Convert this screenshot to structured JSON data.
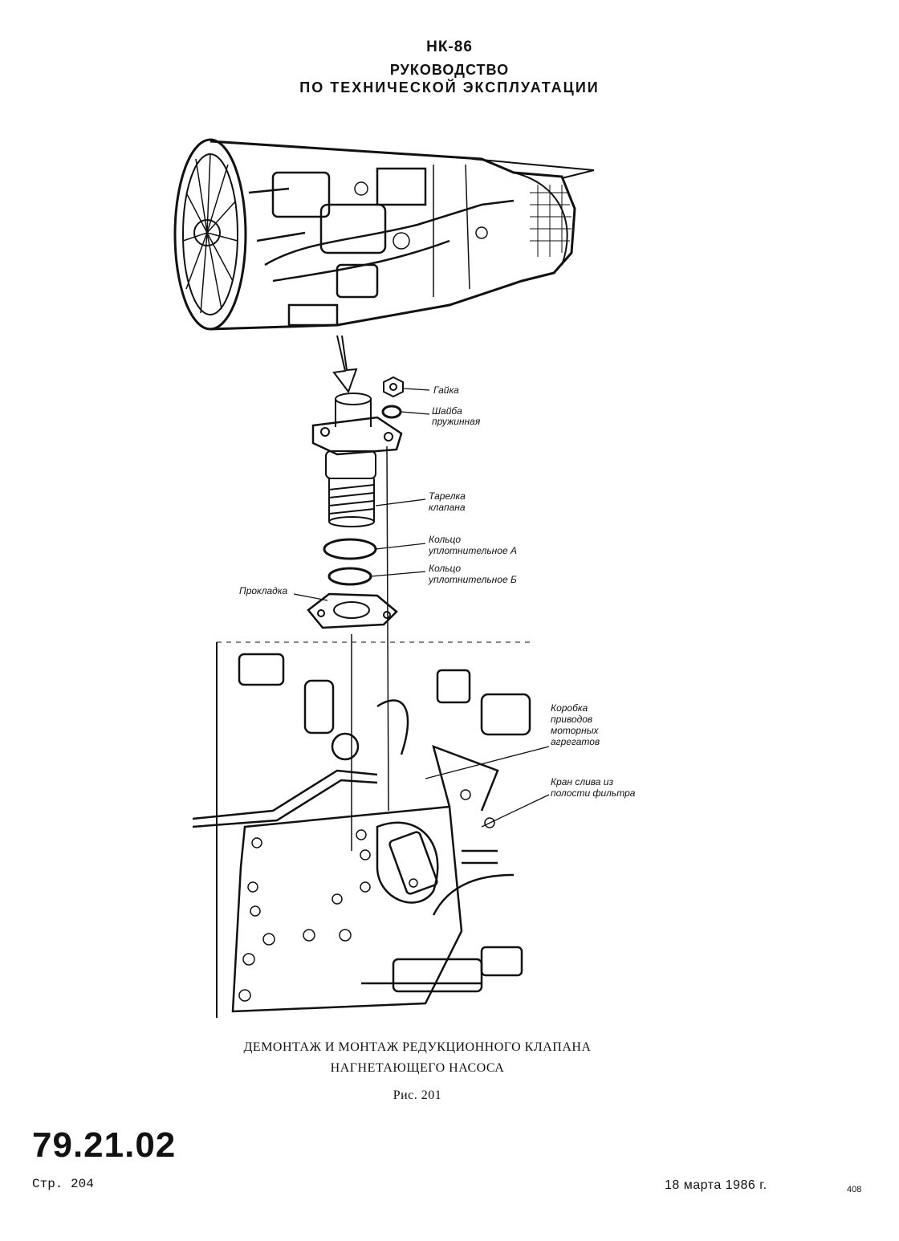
{
  "header": {
    "model": "НК-86",
    "title_line1": "РУКОВОДСТВО",
    "title_line2": "ПО ТЕХНИЧЕСКОЙ ЭКСПЛУАТАЦИИ"
  },
  "callouts": {
    "nut": "Гайка",
    "spring_washer_l1": "Шайба",
    "spring_washer_l2": "пружинная",
    "valve_plate_l1": "Тарелка",
    "valve_plate_l2": "клапана",
    "ring_a_l1": "Кольцо",
    "ring_a_l2": "уплотнительное А",
    "ring_b_l1": "Кольцо",
    "ring_b_l2": "уплотнительное Б",
    "gasket": "Прокладка",
    "gearbox_l1": "Коробка",
    "gearbox_l2": "приводов",
    "gearbox_l3": "моторных",
    "gearbox_l4": "агрегатов",
    "drain_l1": "Кран слива из",
    "drain_l2": "полости фильтра"
  },
  "caption": {
    "line1": "ДЕМОНТАЖ И МОНТАЖ РЕДУКЦИОННОГО КЛАПАНА",
    "line2": "НАГНЕТАЮЩЕГО НАСОСА",
    "figure": "Рис. 201"
  },
  "footer": {
    "section": "79.21.02",
    "page": "Стр. 204",
    "date": "18 марта 1986 г.",
    "sheet": "408"
  }
}
